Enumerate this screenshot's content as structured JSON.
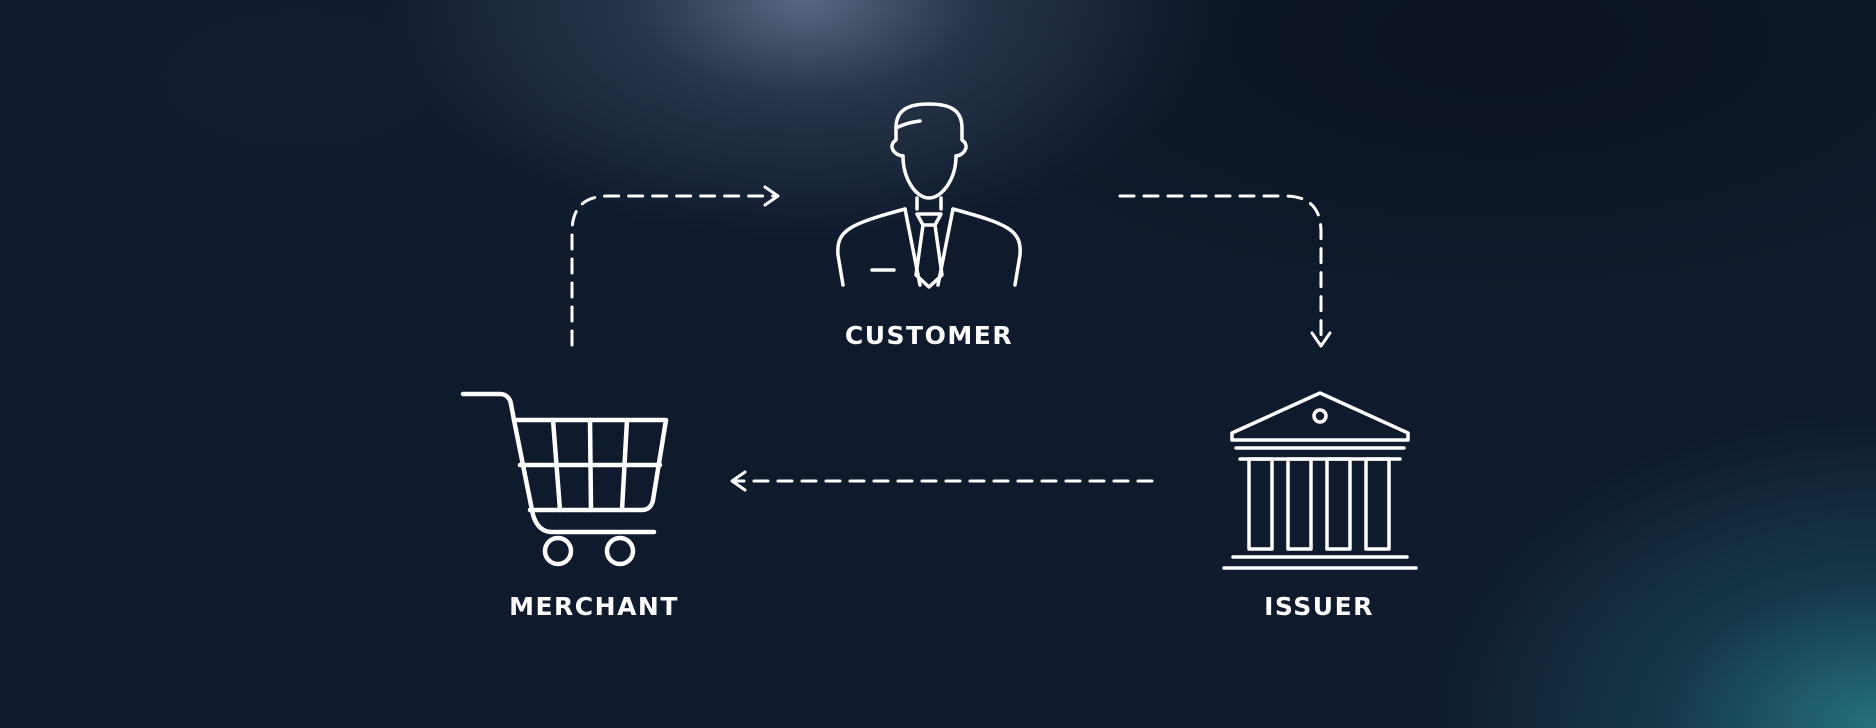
{
  "background": {
    "base_color": "#0f1a2c",
    "glow_top": "#60708a",
    "glow_bottom_right": "#267680"
  },
  "nodes": {
    "customer": {
      "label": "CUSTOMER",
      "icon": "businessman-icon"
    },
    "merchant": {
      "label": "MERCHANT",
      "icon": "shopping-cart-icon"
    },
    "issuer": {
      "label": "ISSUER",
      "icon": "bank-building-icon"
    }
  },
  "connections": [
    {
      "from": "merchant",
      "to": "customer",
      "style": "dashed"
    },
    {
      "from": "customer",
      "to": "issuer",
      "style": "dashed"
    },
    {
      "from": "issuer",
      "to": "merchant",
      "style": "dashed"
    }
  ],
  "colors": {
    "stroke": "#ffffff",
    "text": "#ffffff"
  }
}
